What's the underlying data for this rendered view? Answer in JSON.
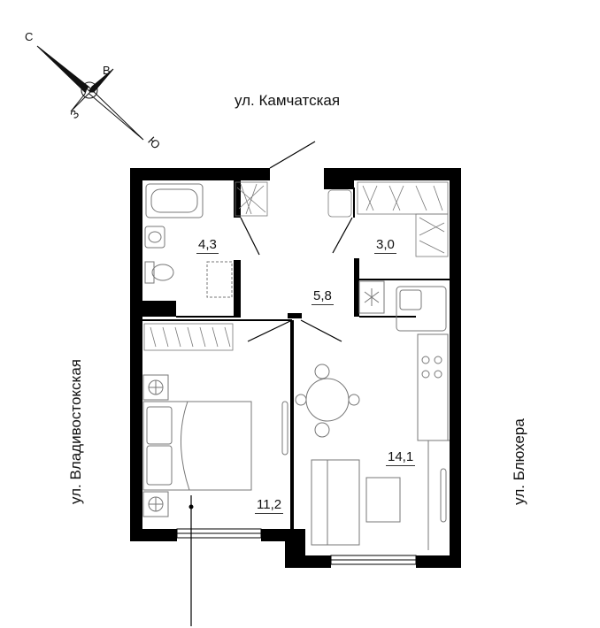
{
  "streets": {
    "top": "ул. Камчатская",
    "left": "ул. Владивостокская",
    "right": "ул. Блюхера"
  },
  "compass": {
    "north": "С",
    "south": "Ю",
    "east": "В",
    "west": "З"
  },
  "rooms": [
    {
      "id": "bathroom",
      "area": "4,3"
    },
    {
      "id": "wardrobe",
      "area": "3,0"
    },
    {
      "id": "hallway",
      "area": "5,8"
    },
    {
      "id": "bedroom",
      "area": "11,2"
    },
    {
      "id": "kitchen-living",
      "area": "14,1"
    }
  ],
  "colors": {
    "wall": "#000000",
    "line": "#555555",
    "furniture": "#666666"
  }
}
